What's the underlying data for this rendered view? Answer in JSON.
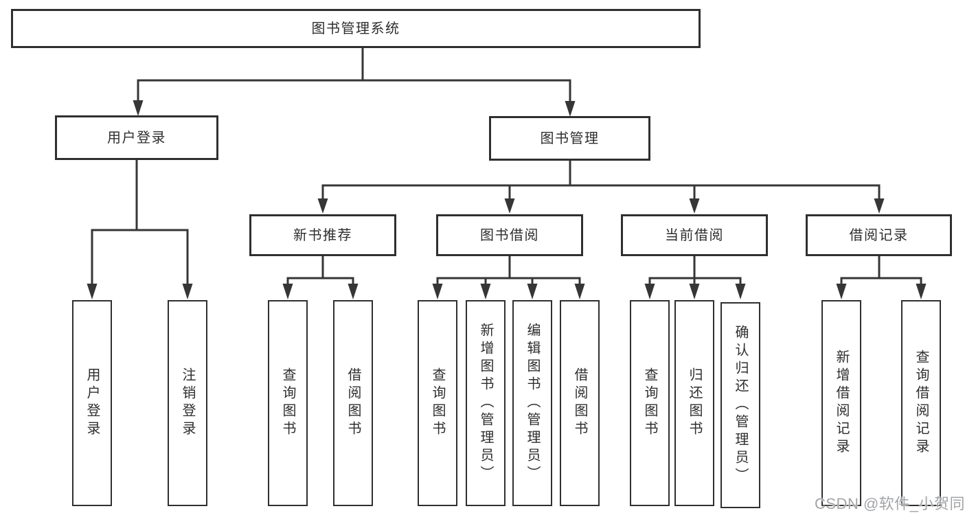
{
  "tree": {
    "label": "图书管理系统",
    "children": [
      {
        "label": "用户登录",
        "children": [
          {
            "label": "用户登录"
          },
          {
            "label": "注销登录"
          }
        ]
      },
      {
        "label": "图书管理",
        "children": [
          {
            "label": "新书推荐",
            "children": [
              {
                "label": "查询图书"
              },
              {
                "label": "借阅图书"
              }
            ]
          },
          {
            "label": "图书借阅",
            "children": [
              {
                "label": "查询图书"
              },
              {
                "label": "新增图书（管理员）"
              },
              {
                "label": "编辑图书（管理员）"
              },
              {
                "label": "借阅图书"
              }
            ]
          },
          {
            "label": "当前借阅",
            "children": [
              {
                "label": "查询图书"
              },
              {
                "label": "归还图书"
              },
              {
                "label": "确认归还（管理员）"
              }
            ]
          },
          {
            "label": "借阅记录",
            "children": [
              {
                "label": "新增借阅记录"
              },
              {
                "label": "查询借阅记录"
              }
            ]
          }
        ]
      }
    ]
  },
  "watermark": {
    "text": "CSDN @软件_小贺同学"
  },
  "colors": {
    "line": "#363636",
    "box_border": "#2f2f2f",
    "box_background": "#ffffff",
    "text": "#2e2e2e",
    "watermark": "#a2a4a7"
  }
}
